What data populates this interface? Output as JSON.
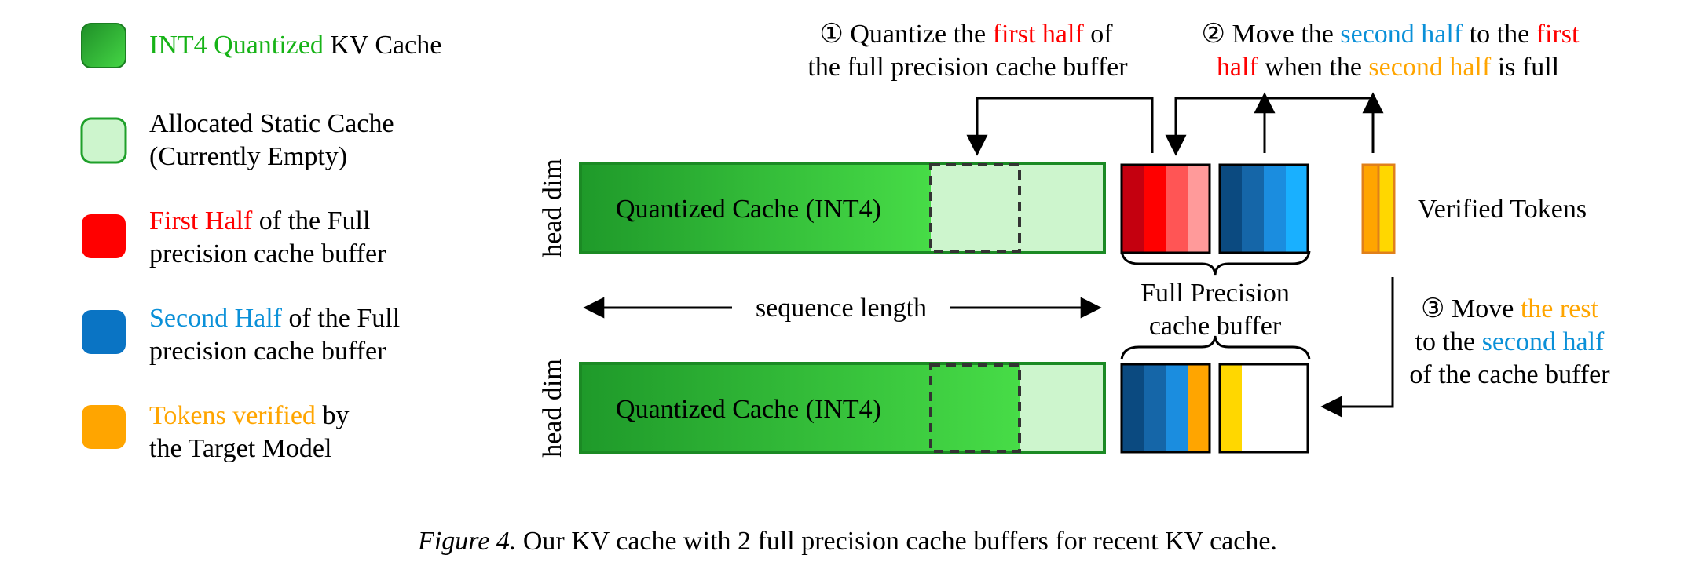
{
  "legend": {
    "int4": {
      "colored": "INT4 Quantized",
      "rest": " KV Cache"
    },
    "static": {
      "line1": "Allocated Static Cache",
      "line2": "(Currently Empty)"
    },
    "first": {
      "colored": "First Half",
      "rest": " of the Full",
      "line2": "precision cache buffer"
    },
    "second": {
      "colored": "Second Half",
      "rest": " of the Full",
      "line2": "precision cache buffer"
    },
    "verified": {
      "colored": "Tokens verified",
      "rest": " by",
      "line2": "the Target Model"
    }
  },
  "diagram": {
    "head_dim": "head dim",
    "quantized_cache_label": "Quantized Cache (INT4)",
    "sequence_length": "sequence length",
    "full_precision": {
      "line1": "Full Precision",
      "line2": "cache buffer"
    },
    "verified_tokens": "Verified Tokens"
  },
  "steps": {
    "step1": {
      "num": "①",
      "a": " Quantize the ",
      "b": "first half",
      "c": " of",
      "line2": "the full precision cache buffer"
    },
    "step2": {
      "num": "②",
      "a": " Move the ",
      "b": "second half",
      "c": " to the ",
      "d": "first",
      "e": "half",
      "f": " when the ",
      "g": "second half",
      "h": " is full"
    },
    "step3": {
      "num": "③",
      "a": " Move ",
      "b": "the rest",
      "c": "to the ",
      "d": "second half",
      "line3": "of the cache buffer"
    }
  },
  "caption": {
    "label": "Figure 4.",
    "text": " Our KV cache with 2 full precision cache buffers for recent KV cache."
  },
  "colors": {
    "green_dark": "#1f9a2a",
    "green_bright": "#45d645",
    "green_light": "#cdf5cd",
    "red_text": "#ff0000",
    "blue_text": "#0a90d8",
    "orange_text": "#ffa500",
    "green_text": "#17b317",
    "red_1": "#c4000f",
    "red_2": "#ff0000",
    "red_3": "#ff5555",
    "red_4": "#ff9a9a",
    "blue_1": "#0b4a80",
    "blue_2": "#1566a8",
    "blue_3": "#1b8ddf",
    "blue_4": "#19b0ff",
    "orange": "#ffa500",
    "yellow": "#ffd700"
  }
}
